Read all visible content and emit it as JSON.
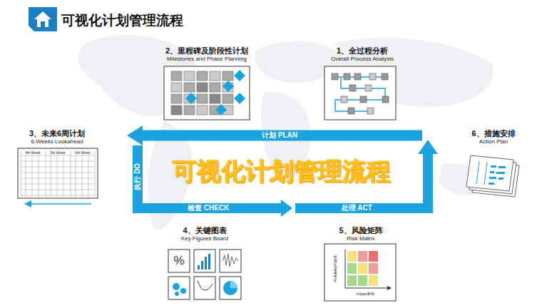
{
  "diagram": {
    "title": "可视化计划管理流程",
    "nodes": [
      {
        "text": [
          "1、全过程分析",
          "Overall Process Analysis"
        ]
      },
      {
        "text": [
          "2、里程碑及阶段性计划",
          "Milestones and Phase Planning"
        ]
      },
      {
        "text": [
          "3、未来6周计划",
          "6-Weeks Lookahead"
        ]
      },
      {
        "text": [
          "4、关键图表",
          "Key Figures Board"
        ]
      },
      {
        "text": [
          "5、风险矩阵",
          "Risk Matrix"
        ]
      },
      {
        "text": [
          "6、措施安排",
          "Action Plan"
        ]
      }
    ],
    "labels": [
      "计划 PLAN",
      "执行 DO",
      "检查 CHECK",
      "处理 ACT",
      "可视化计划管理流程",
      "%",
      "4th Week",
      "5th Week",
      "6th Week",
      "Probability可能性",
      "Impact影响"
    ]
  }
}
